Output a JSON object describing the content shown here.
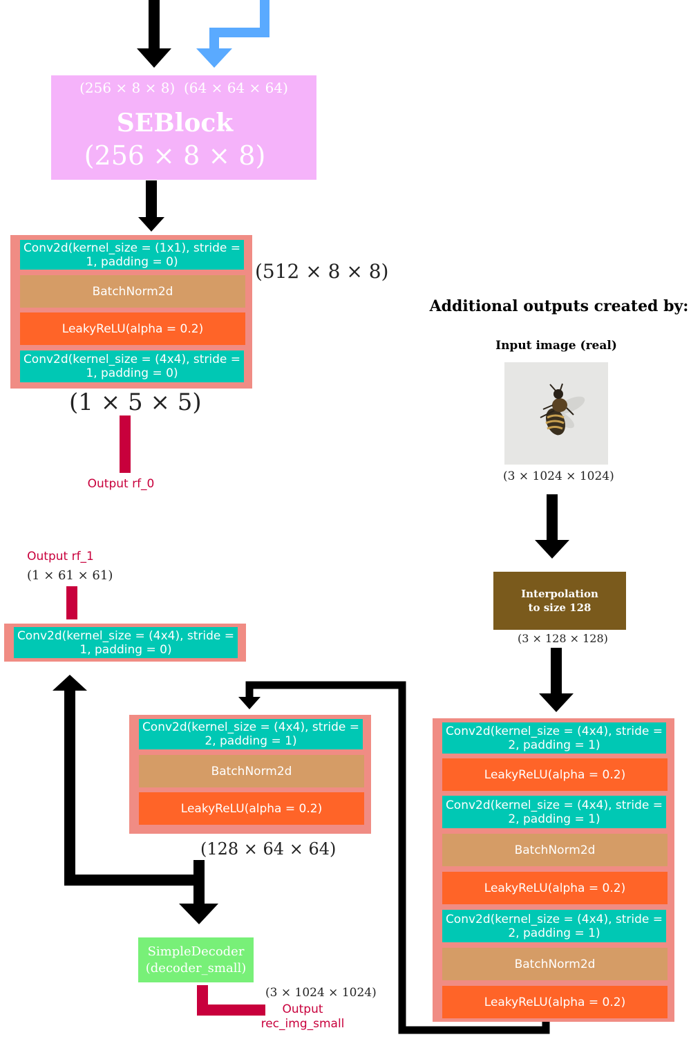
{
  "seblock": {
    "input_dims": "(256 × 8 × 8)  (64 × 64 × 64)",
    "title": "SEBlock",
    "output_dim": "(256 × 8 × 8)",
    "color": "#f5b3fa"
  },
  "rf0_block": {
    "layers": [
      "Conv2d(kernel_size = (1x1), stride = 1, padding = 0)",
      "BatchNorm2d",
      "LeakyReLU(alpha = 0.2)",
      "Conv2d(kernel_size = (4x4), stride = 1, padding = 0)"
    ],
    "side_dim": "(512 × 8 × 8)",
    "out_dim": "(1 × 5 × 5)",
    "output_label": "Output rf_0"
  },
  "additional": {
    "title": "Additional outputs created by:",
    "input_label": "Input image (real)",
    "input_image": "bee-photo",
    "input_dim": "(3 × 1024 × 1024)",
    "interp_label": "Interpolation to size 128",
    "interp_dim": "(3 × 128 × 128)",
    "interp_color": "#7a5a1c"
  },
  "rf1": {
    "output_label": "Output rf_1",
    "dim": "(1 × 61 × 61)",
    "layer": "Conv2d(kernel_size = (4x4), stride = 1, padding = 0)"
  },
  "mid_block": {
    "layers": [
      "Conv2d(kernel_size = (4x4), stride = 2, padding = 1)",
      "BatchNorm2d",
      "LeakyReLU(alpha = 0.2)"
    ],
    "dim": "(128 × 64 × 64)"
  },
  "right_block": {
    "layers": [
      "Conv2d(kernel_size = (4x4), stride = 2, padding = 1)",
      "LeakyReLU(alpha = 0.2)",
      "Conv2d(kernel_size = (4x4), stride = 2, padding = 1)",
      "BatchNorm2d",
      "LeakyReLU(alpha = 0.2)",
      "Conv2d(kernel_size = (4x4), stride = 2, padding = 1)",
      "BatchNorm2d",
      "LeakyReLU(alpha = 0.2)"
    ]
  },
  "decoder": {
    "line1": "SimpleDecoder",
    "line2": "(decoder_small)",
    "dim": "(3 × 1024 × 1024)",
    "output_line1": "Output",
    "output_line2": "rec_img_small",
    "color": "#78f078"
  },
  "colors": {
    "block_bg": "#f08c84",
    "conv": "#00c8b4",
    "batchnorm": "#d59c66",
    "leakyrelu": "#ff6428",
    "output_red": "#c8003c",
    "blue_arrow": "#5aaaff",
    "arrow": "#000000"
  }
}
